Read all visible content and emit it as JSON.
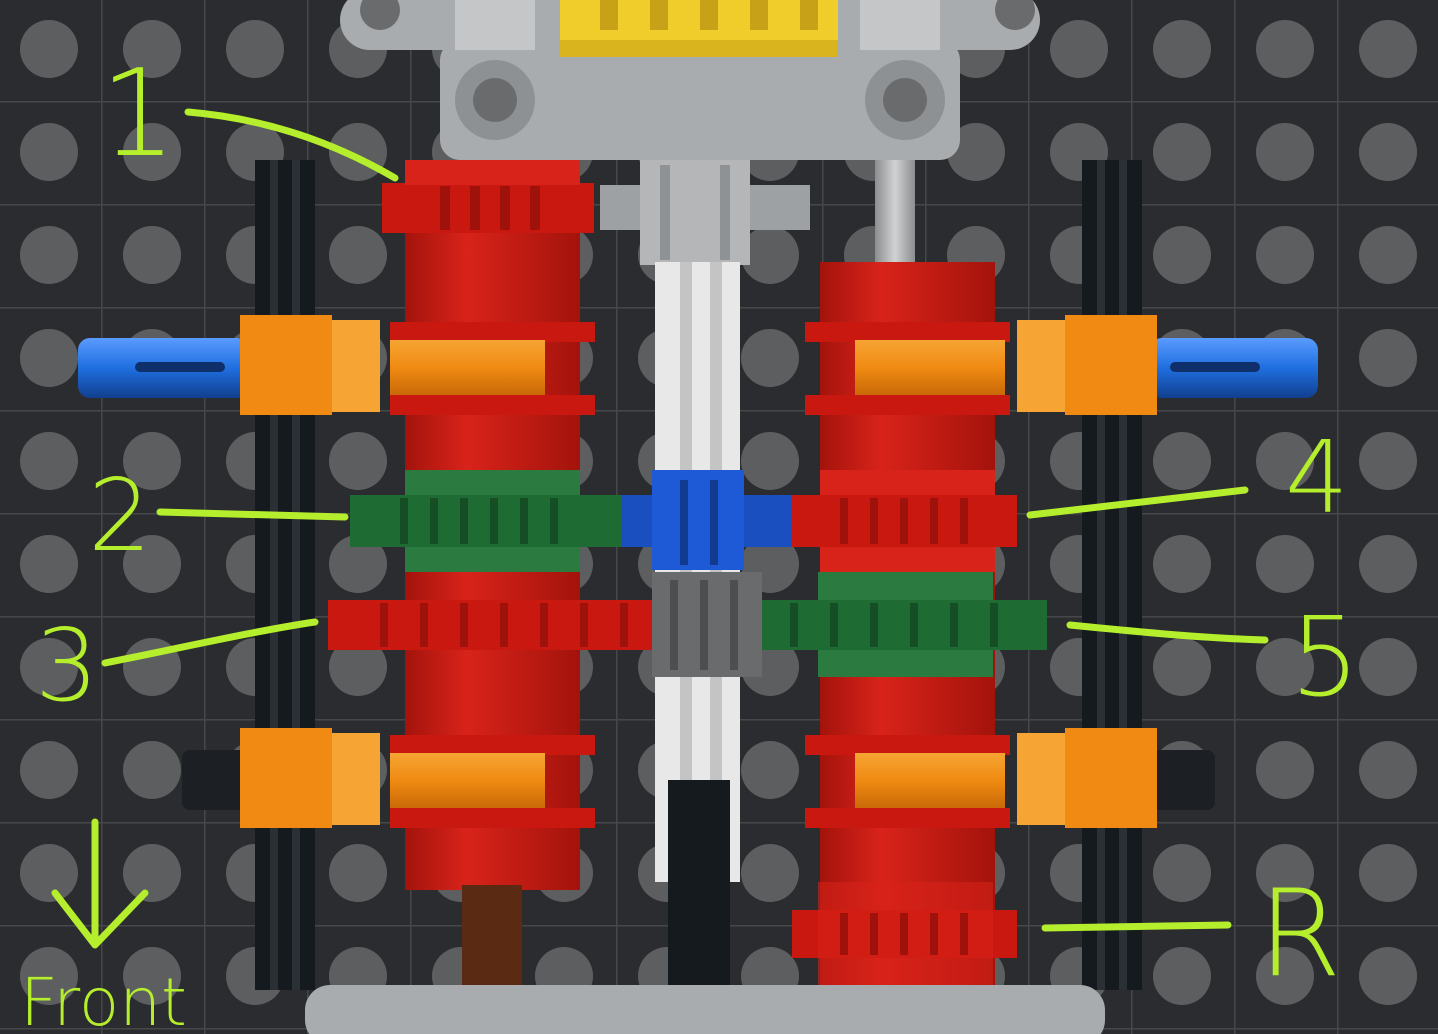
{
  "labels": {
    "gear1": "1",
    "gear2": "2",
    "gear3": "3",
    "gear4": "4",
    "gear5": "5",
    "reverse": "R",
    "front": "Front"
  },
  "colors": {
    "baseplate": "#2b2c2f",
    "stud": "#5d5e60",
    "red": "#c9180f",
    "red_dark": "#9e120b",
    "orange": "#f08a12",
    "green": "#1f6b34",
    "blue": "#1a4fc0",
    "light_blue": "#1f6fe0",
    "gray": "#a9acae",
    "dark_gray": "#6a6b6c",
    "yellow": "#f1cd2c",
    "white": "#eeeeee",
    "black": "#151a1e",
    "brown": "#5a2a12",
    "annotation": "#b4ee2c"
  }
}
